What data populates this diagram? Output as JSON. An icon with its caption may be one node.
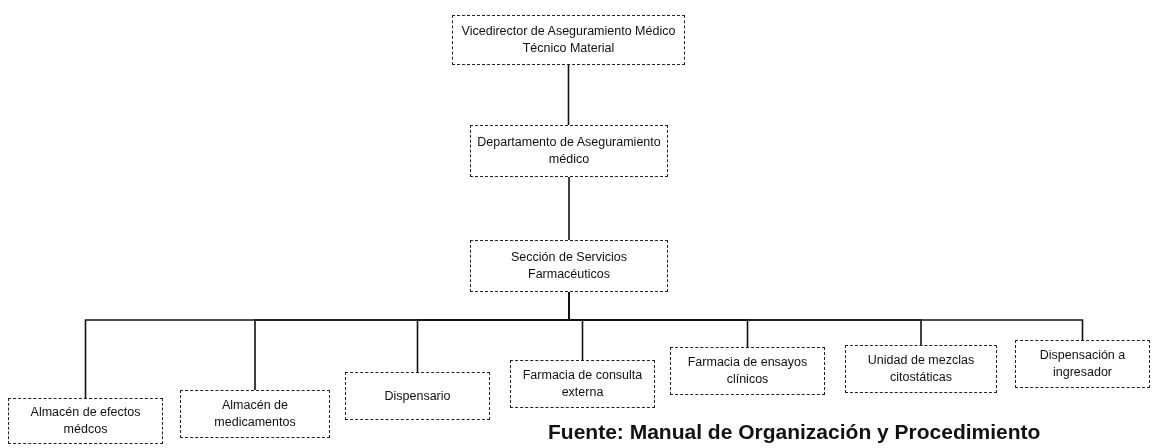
{
  "diagram": {
    "caption": "Fuente: Manual de Organización y Procedimiento",
    "nodes": [
      {
        "text": [
          "Vicedirector de Aseguramiento Médico Técnico Material"
        ]
      },
      {
        "text": [
          "Departamento de Aseguramiento médico"
        ]
      },
      {
        "text": [
          "Sección de Servicios Farmacéuticos"
        ]
      },
      {
        "text": [
          "Almacén de efectos médcos"
        ]
      },
      {
        "text": [
          "Almacén de medicamentos"
        ]
      },
      {
        "text": [
          "Dispensario"
        ]
      },
      {
        "text": [
          "Farmacia de consulta externa"
        ]
      },
      {
        "text": [
          "Farmacia de ensayos clínicos"
        ]
      },
      {
        "text": [
          "Unidad de mezclas citostáticas"
        ]
      },
      {
        "text": [
          "Dispensación a ingresador"
        ]
      }
    ],
    "edges": [
      {
        "from": 0,
        "to": 1,
        "arrow": "none"
      },
      {
        "from": 1,
        "to": 2,
        "arrow": "none"
      },
      {
        "from": 2,
        "to": 3,
        "arrow": "none"
      },
      {
        "from": 2,
        "to": 4,
        "arrow": "none"
      },
      {
        "from": 2,
        "to": 5,
        "arrow": "none"
      },
      {
        "from": 2,
        "to": 6,
        "arrow": "none"
      },
      {
        "from": 2,
        "to": 7,
        "arrow": "none"
      },
      {
        "from": 2,
        "to": 8,
        "arrow": "none"
      },
      {
        "from": 2,
        "to": 9,
        "arrow": "none"
      }
    ]
  }
}
